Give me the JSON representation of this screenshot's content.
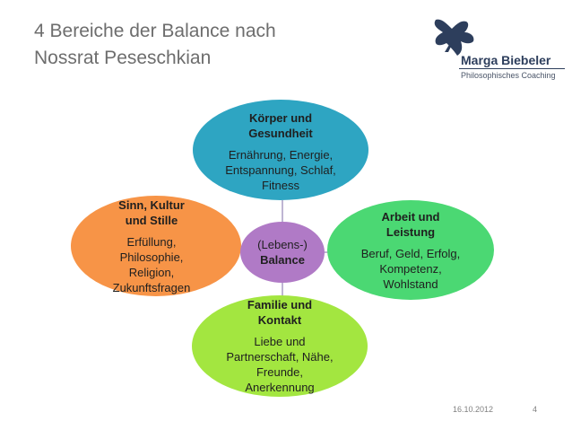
{
  "slide": {
    "title_line1": "4 Bereiche der Balance nach",
    "title_line2": "Nossrat Peseschkian",
    "date": "16.10.2012",
    "page_number": "4"
  },
  "logo": {
    "name": "Marga Biebeler",
    "subtitle": "Philosophisches Coaching",
    "icon": "bird-in-flight-icon"
  },
  "diagram": {
    "center": {
      "line1": "(Lebens-)",
      "line2": "Balance",
      "color": "#b07ac6"
    },
    "nodes": {
      "top": {
        "head_line1": "Körper und",
        "head_line2": "Gesundheit",
        "body_line1": "Ernährung, Energie,",
        "body_line2": "Entspannung, Schlaf,",
        "body_line3": "Fitness",
        "color": "#2ea5c2"
      },
      "right": {
        "head_line1": "Arbeit und",
        "head_line2": "Leistung",
        "body_line1": "Beruf, Geld, Erfolg,",
        "body_line2": "Kompetenz,",
        "body_line3": "Wohlstand",
        "color": "#4bd873"
      },
      "bottom": {
        "head_line1": "Familie und",
        "head_line2": "Kontakt",
        "body_line1": "Liebe und",
        "body_line2": "Partnerschaft, Nähe,",
        "body_line3": "Freunde,",
        "body_line4": "Anerkennung",
        "color": "#a3e640"
      },
      "left": {
        "head_line1": "Sinn, Kultur",
        "head_line2": "und Stille",
        "body_line1": "Erfüllung,",
        "body_line2": "Philosophie,",
        "body_line3": "Religion,",
        "body_line4": "Zukunftsfragen",
        "color": "#f79447"
      }
    }
  }
}
